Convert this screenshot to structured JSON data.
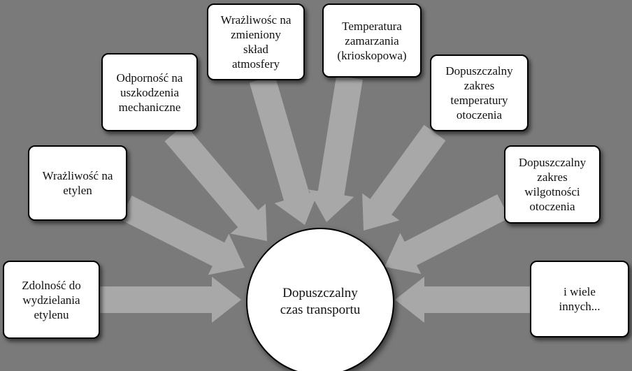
{
  "colors": {
    "background": "#7a7a7a",
    "arrow_fill": "#a8a8a8",
    "box_fill": "#ffffff",
    "border": "#000000"
  },
  "diagram": {
    "center": "Dopuszczalny\nczas transportu",
    "nodes": [
      {
        "id": "n1",
        "text": "Zdolność do\nwydzielania\netylenu"
      },
      {
        "id": "n2",
        "text": "Wrażliwość na\netylen"
      },
      {
        "id": "n3",
        "text": "Odporność na\nuszkodzenia\nmechaniczne"
      },
      {
        "id": "n4",
        "text": "Wrażliwośc na\nzmieniony\nskład\natmosfery"
      },
      {
        "id": "n5",
        "text": "Temperatura\nzamarzania\n(krioskopowa)"
      },
      {
        "id": "n6",
        "text": "Dopuszczalny\nzakres\ntemperatury\notoczenia"
      },
      {
        "id": "n7",
        "text": "Dopuszczalny\nzakres\nwilgotności\notoczenia"
      },
      {
        "id": "n8",
        "text": "i wiele\ninnych..."
      }
    ]
  }
}
